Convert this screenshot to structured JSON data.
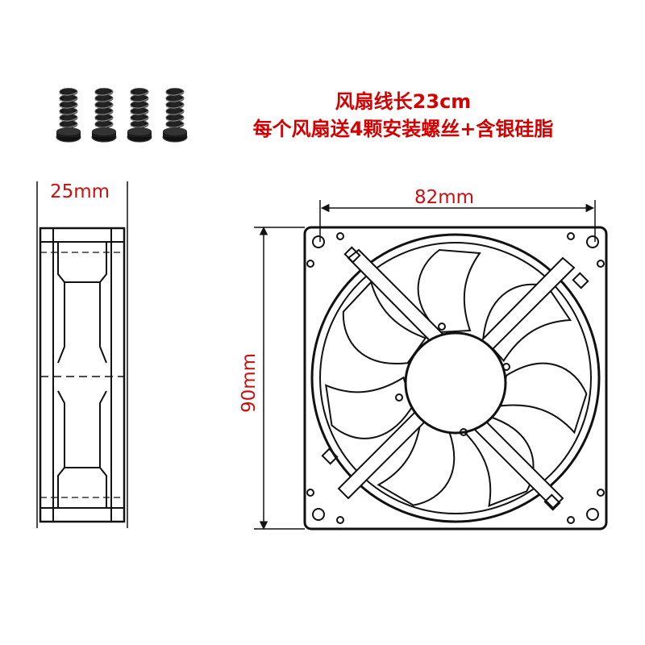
{
  "captions": {
    "line1": "风扇线长23cm",
    "line2": "每个风扇送4颗安装螺丝+含银硅脂"
  },
  "dimensions": {
    "thickness": "25mm",
    "width": "82mm",
    "height": "90mm"
  },
  "accessories": {
    "screw_count": 4
  },
  "colors": {
    "text_red": "#d40000",
    "line": "#111111"
  }
}
